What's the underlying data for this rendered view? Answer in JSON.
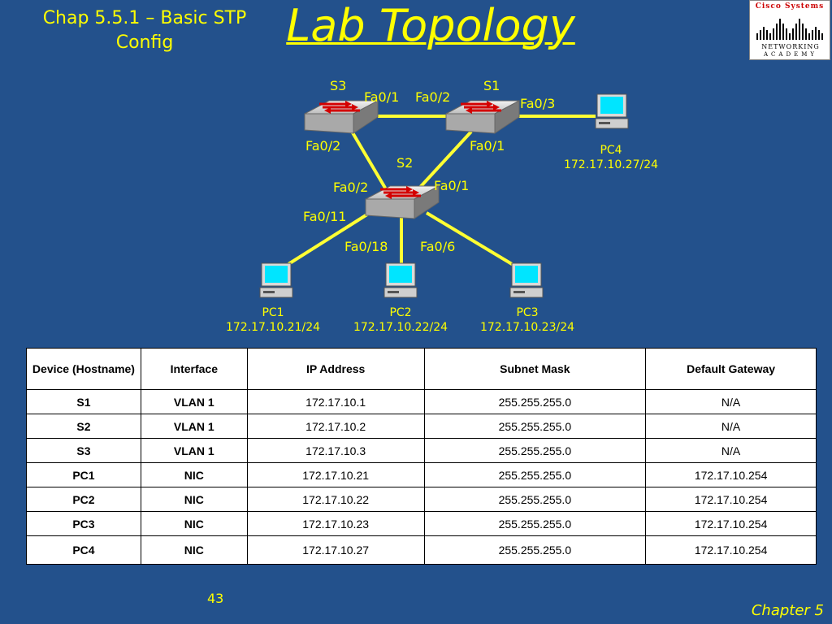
{
  "header": {
    "chap_line1": "Chap 5.5.1 – Basic STP",
    "chap_line2": "Config",
    "title": "Lab Topology"
  },
  "logo": {
    "brand": "Cisco Systems",
    "line1": "NETWORKING",
    "line2": "ACADEMY"
  },
  "topology": {
    "switches": {
      "s1": "S1",
      "s2": "S2",
      "s3": "S3"
    },
    "ports": {
      "s3_fa01": "Fa0/1",
      "s1_fa02": "Fa0/2",
      "s1_fa03": "Fa0/3",
      "s3_fa02": "Fa0/2",
      "s1_fa01": "Fa0/1",
      "s2_fa02": "Fa0/2",
      "s2_fa01": "Fa0/1",
      "s2_fa011": "Fa0/11",
      "s2_fa018": "Fa0/18",
      "s2_fa06": "Fa0/6"
    },
    "pcs": {
      "pc1": {
        "name": "PC1",
        "ip": "172.17.10.21/24"
      },
      "pc2": {
        "name": "PC2",
        "ip": "172.17.10.22/24"
      },
      "pc3": {
        "name": "PC3",
        "ip": "172.17.10.23/24"
      },
      "pc4": {
        "name": "PC4",
        "ip": "172.17.10.27/24"
      }
    },
    "link_color": "#ffff33"
  },
  "table": {
    "headers": {
      "device": "Device (Hostname)",
      "interface": "Interface",
      "ip": "IP Address",
      "mask": "Subnet Mask",
      "gateway": "Default Gateway"
    },
    "rows": [
      {
        "device": "S1",
        "interface": "VLAN 1",
        "ip": "172.17.10.1",
        "mask": "255.255.255.0",
        "gateway": "N/A"
      },
      {
        "device": "S2",
        "interface": "VLAN 1",
        "ip": "172.17.10.2",
        "mask": "255.255.255.0",
        "gateway": "N/A"
      },
      {
        "device": "S3",
        "interface": "VLAN 1",
        "ip": "172.17.10.3",
        "mask": "255.255.255.0",
        "gateway": "N/A"
      },
      {
        "device": "PC1",
        "interface": "NIC",
        "ip": "172.17.10.21",
        "mask": "255.255.255.0",
        "gateway": "172.17.10.254"
      },
      {
        "device": "PC2",
        "interface": "NIC",
        "ip": "172.17.10.22",
        "mask": "255.255.255.0",
        "gateway": "172.17.10.254"
      },
      {
        "device": "PC3",
        "interface": "NIC",
        "ip": "172.17.10.23",
        "mask": "255.255.255.0",
        "gateway": "172.17.10.254"
      },
      {
        "device": "PC4",
        "interface": "NIC",
        "ip": "172.17.10.27",
        "mask": "255.255.255.0",
        "gateway": "172.17.10.254"
      }
    ]
  },
  "footer": {
    "page_number": "43",
    "chapter": "Chapter 5"
  }
}
